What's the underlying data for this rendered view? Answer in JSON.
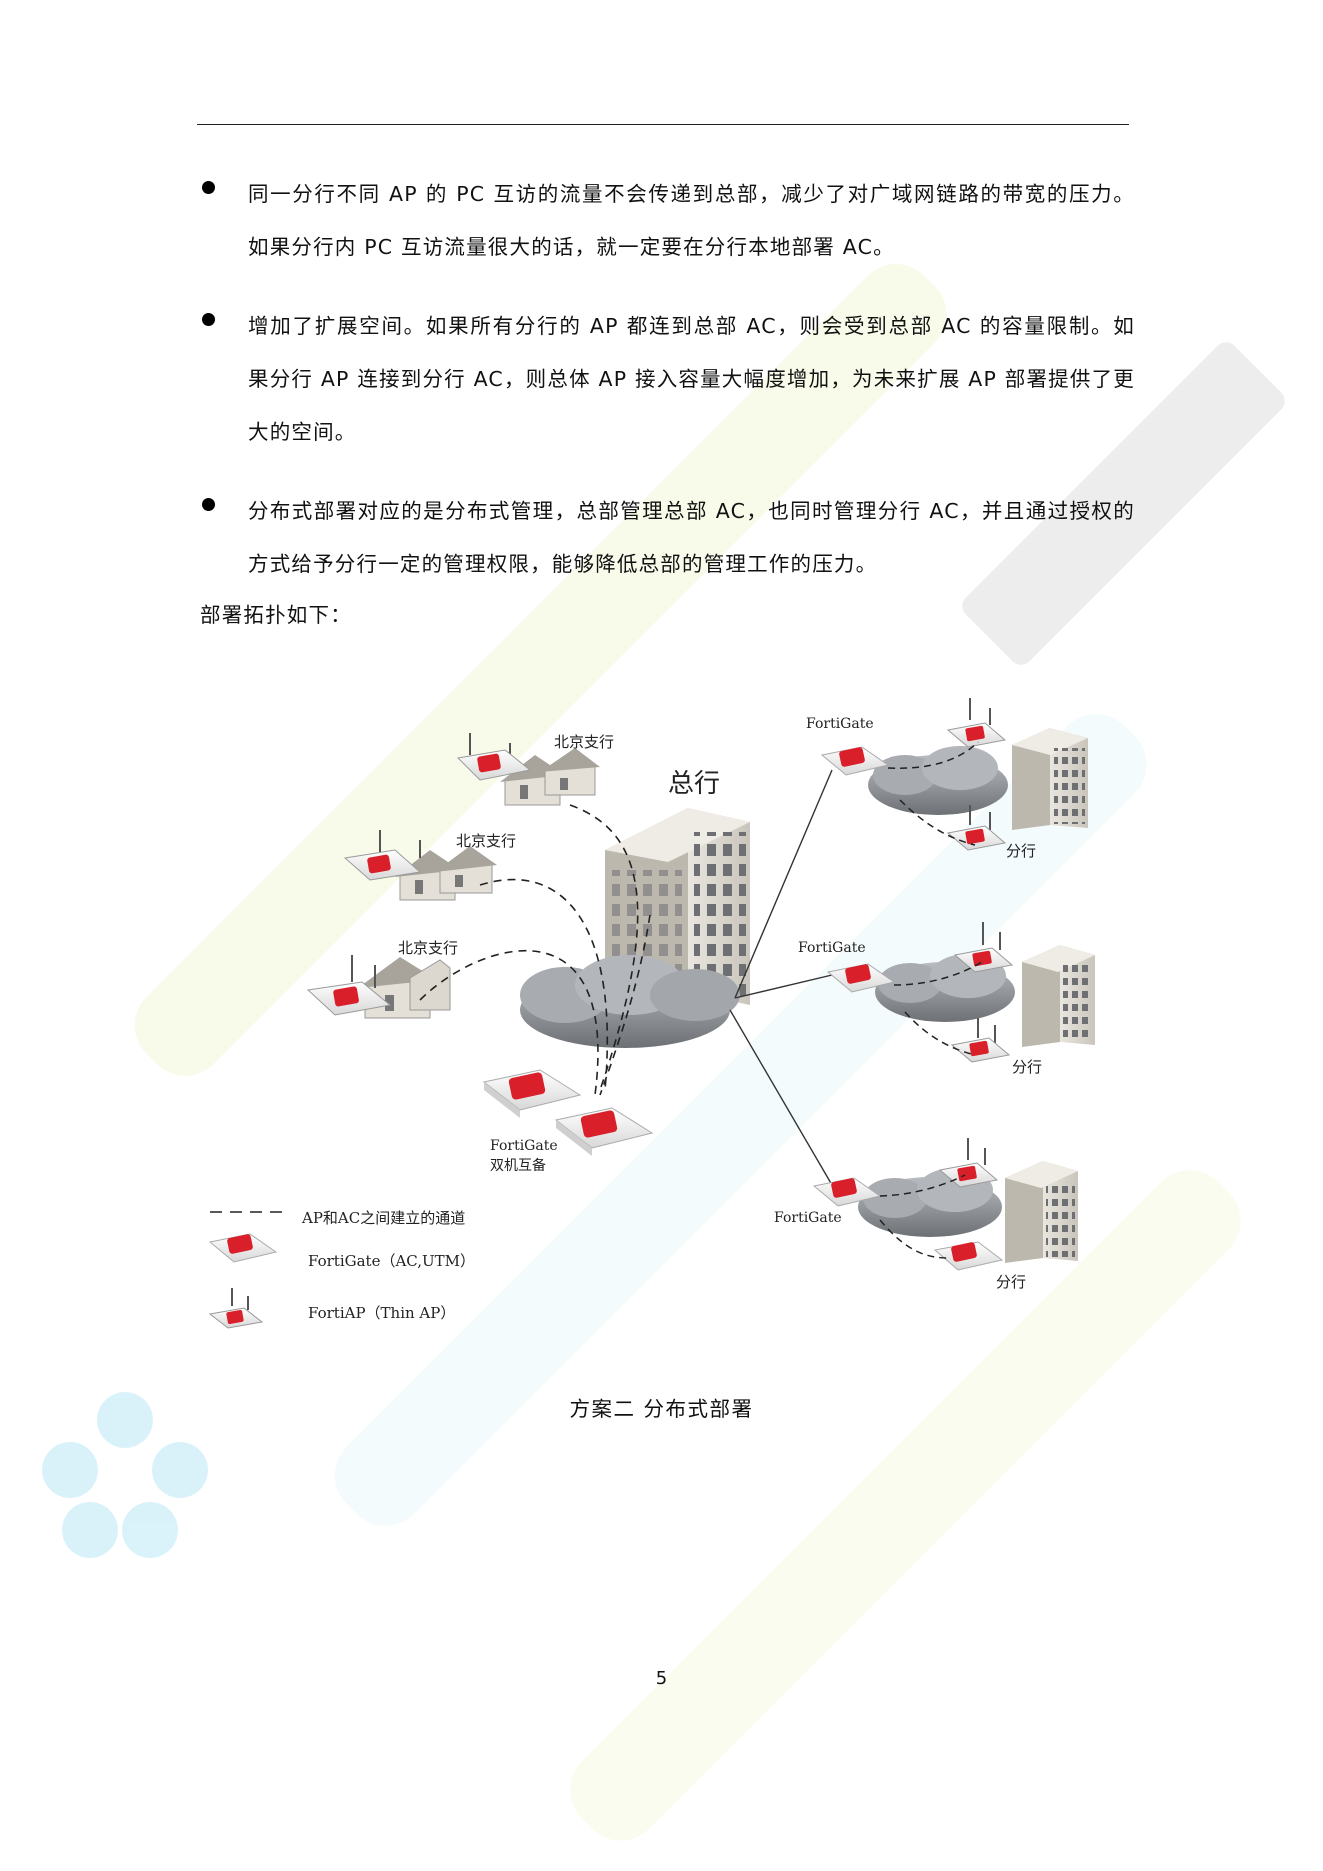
{
  "bullets": [
    {
      "text": "同一分行不同 AP 的 PC 互访的流量不会传递到总部，减少了对广域网链路的带宽的压力。如果分行内 PC 互访流量很大的话，就一定要在分行本地部署 AC。"
    },
    {
      "text": "增加了扩展空间。如果所有分行的 AP 都连到总部 AC，则会受到总部 AC 的容量限制。如果分行 AP 连接到分行 AC，则总体 AP 接入容量大幅度增加，为未来扩展 AP 部署提供了更大的空间。"
    },
    {
      "text": "分布式部署对应的是分布式管理，总部管理总部 AC，也同时管理分行 AC，并且通过授权的方式给予分行一定的管理权限，能够降低总部的管理工作的压力。"
    }
  ],
  "intro": "部署拓扑如下：",
  "diagram": {
    "hq_label": "总行",
    "beijing_branches": [
      "北京支行",
      "北京支行",
      "北京支行"
    ],
    "hq_fortigate_label": "FortiGate",
    "hq_fortigate_sublabel": "双机互备",
    "remote_sites": [
      {
        "device_label": "FortiGate",
        "site_label": "分行"
      },
      {
        "device_label": "FortiGate",
        "site_label": "分行"
      },
      {
        "device_label": "FortiGate",
        "site_label": "分行"
      }
    ],
    "legend": [
      {
        "symbol": "dashed-line",
        "label": "AP和AC之间建立的通道"
      },
      {
        "symbol": "fortigate-device",
        "label": "FortiGate（AC,UTM）"
      },
      {
        "symbol": "fortiap-device",
        "label": "FortiAP（Thin AP）"
      }
    ],
    "colors": {
      "accent": "#d9202a",
      "cloud": "#8a8d92",
      "building": "#d9d6cf"
    }
  },
  "caption": "方案二  分布式部署",
  "page_number": "5"
}
